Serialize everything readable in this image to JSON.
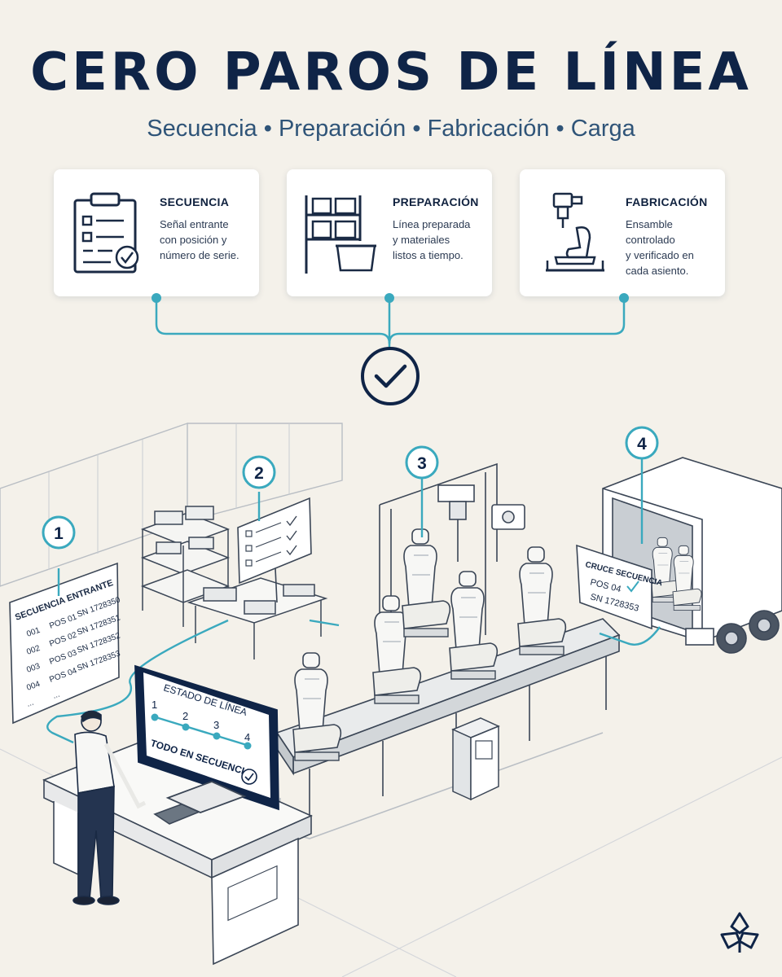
{
  "title": "CERO PAROS DE LÍNEA",
  "subtitle": "Secuencia • Preparación • Fabricación • Carga",
  "cards": [
    {
      "title": "SECUENCIA",
      "lines": [
        "Señal entrante",
        "con posición y",
        "número de serie."
      ]
    },
    {
      "title": "PREPARACIÓN",
      "lines": [
        "Línea preparada",
        "y materiales",
        "listos a tiempo."
      ]
    },
    {
      "title": "FABRICACIÓN",
      "lines": [
        "Ensamble controlado",
        "y verificado en",
        "cada asiento."
      ]
    }
  ],
  "markers": [
    "1",
    "2",
    "3",
    "4"
  ],
  "board": {
    "title": "SECUENCIA ENTRANTE",
    "rows": [
      {
        "num": "001",
        "pos": "POS 01",
        "sn": "SN 1728350"
      },
      {
        "num": "002",
        "pos": "POS 02",
        "sn": "SN 1728351"
      },
      {
        "num": "003",
        "pos": "POS 03",
        "sn": "SN 1728352"
      },
      {
        "num": "004",
        "pos": "POS 04",
        "sn": "SN 1728353"
      },
      {
        "num": "...",
        "pos": "...",
        "sn": ""
      }
    ]
  },
  "monitor": {
    "title": "ESTADO DE LÍNEA",
    "steps": [
      "1",
      "2",
      "3",
      "4"
    ],
    "status": "TODO EN SECUENCIA"
  },
  "truck_sign": {
    "title": "CRUCE SECUENCIA",
    "pos": "POS 04",
    "sn": "SN 1728353"
  },
  "colors": {
    "navy": "#0f2447",
    "teal": "#3aa9be",
    "line": "#3b4656"
  }
}
